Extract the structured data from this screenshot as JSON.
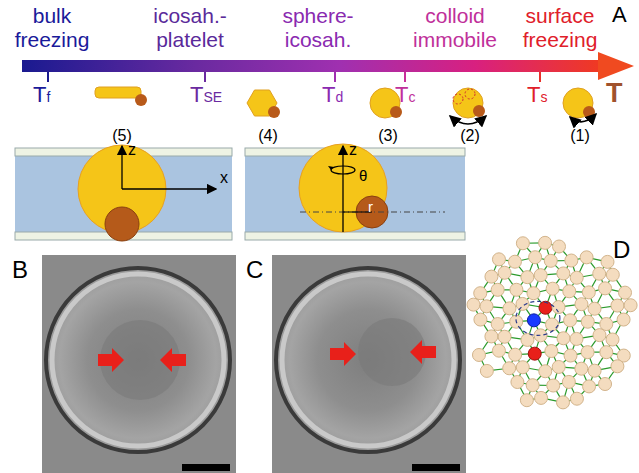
{
  "diagram": {
    "labels": [
      "A",
      "bulk freezing",
      "icosah.-platelet",
      "sphere-icosah.",
      "colloid immobile",
      "surface freezing",
      "Tf",
      "TSE",
      "Td",
      "Tc",
      "Ts",
      "T",
      "(5)",
      "(4)",
      "(3)",
      "(2)",
      "(1)",
      "z",
      "x",
      "B",
      "z",
      "θ",
      "r",
      "C",
      "D"
    ]
  }
}
